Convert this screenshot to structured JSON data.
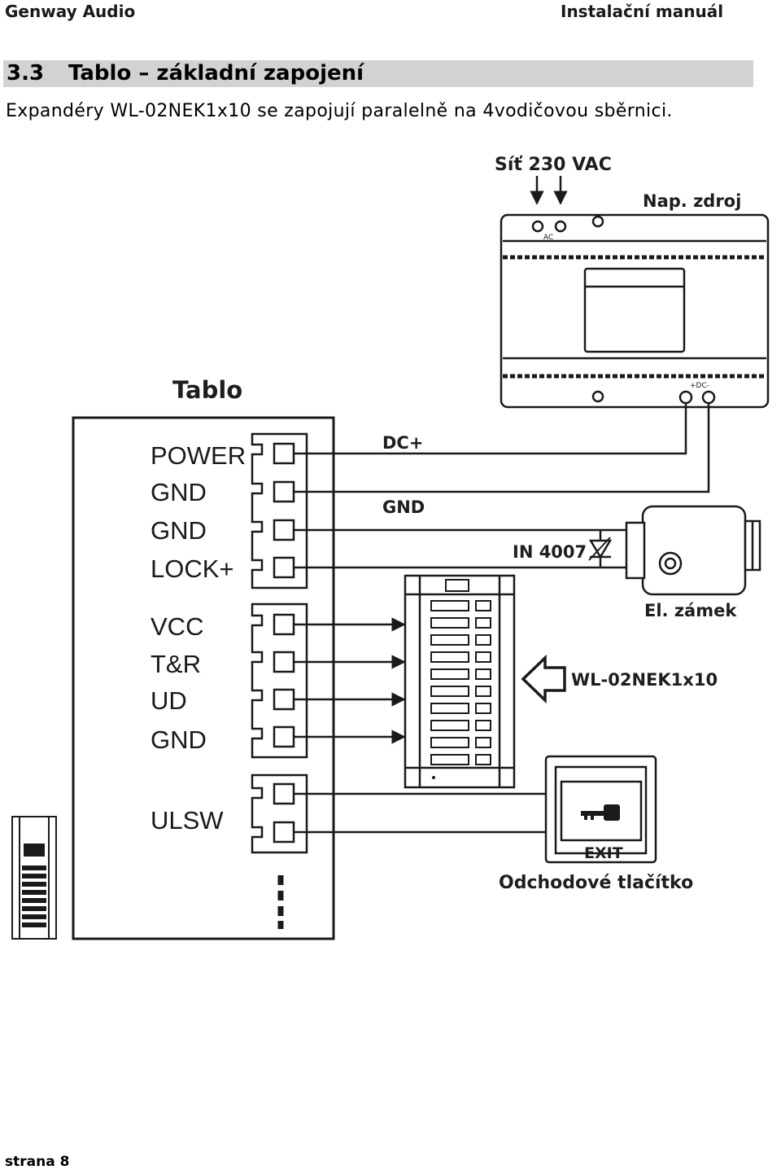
{
  "header": {
    "left": "Genway Audio",
    "right": "Instalační manuál"
  },
  "section": {
    "number": "3.3",
    "title": "Tablo – základní zapojení"
  },
  "intro": "Expandéry WL-02NEK1x10 se zapojují paralelně na 4vodičovou sběrnici.",
  "diagram": {
    "mains_label": "Síť 230 VAC",
    "psu_label": "Nap. zdroj",
    "panel_label": "Tablo",
    "terminals": [
      "POWER",
      "GND",
      "GND",
      "LOCK+",
      "VCC",
      "T&R",
      "UD",
      "GND",
      "ULSW"
    ],
    "wire_dc": "DC+",
    "wire_gnd": "GND",
    "diode_label": "IN 4007",
    "lock_label": "El. zámek",
    "expander_label": "WL-02NEK1x10",
    "exit_text": "EXIT",
    "button_label": "Odchodové tlačítko"
  },
  "footer": {
    "page": "strana 8"
  }
}
